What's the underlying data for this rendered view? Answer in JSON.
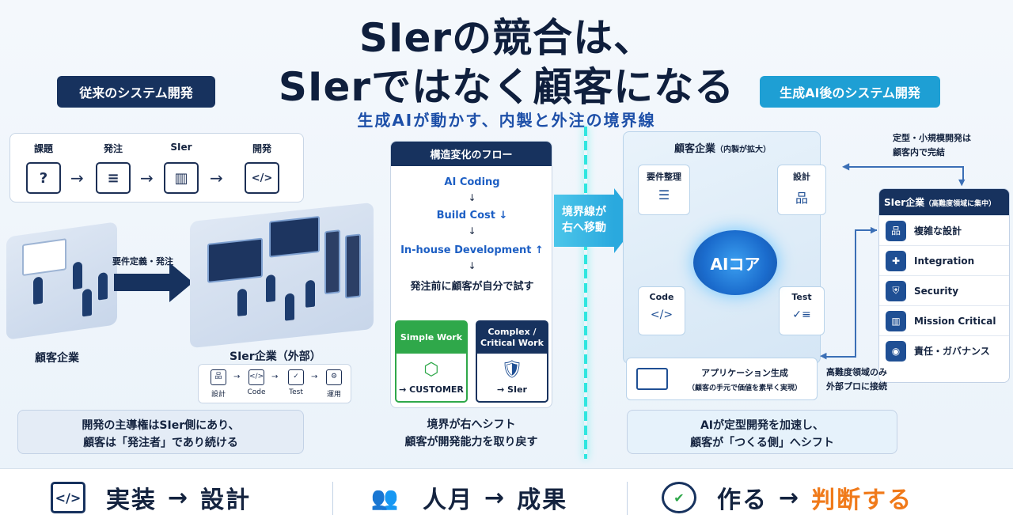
{
  "title": {
    "line1": "SIerの競合は、",
    "line2": "SIerではなく顧客になる",
    "subtitle": "生成AIが動かす、内製と外注の境界線"
  },
  "left": {
    "pill": "従来のシステム開発",
    "flow": [
      {
        "label": "課題",
        "icon": "question-icon",
        "glyph": "?"
      },
      {
        "label": "発注",
        "icon": "document-icon",
        "glyph": "≡"
      },
      {
        "label": "SIer",
        "icon": "building-icon",
        "glyph": "▥"
      },
      {
        "label": "開発",
        "icon": "code-icon",
        "glyph": "</>"
      }
    ],
    "customer_label": "顧客企業",
    "arrow_label": "要件定義・発注",
    "sier_label": "SIer企業（外部）",
    "mini_flow": [
      {
        "label": "設計",
        "icon": "hierarchy-icon",
        "glyph": "品"
      },
      {
        "label": "Code",
        "icon": "code-icon",
        "glyph": "</>"
      },
      {
        "label": "Test",
        "icon": "checklist-icon",
        "glyph": "✓"
      },
      {
        "label": "運用",
        "icon": "gear-icon",
        "glyph": "⚙"
      }
    ],
    "note_line1": "開発の主導権はSIer側にあり、",
    "note_line2": "顧客は「発注者」であり続ける"
  },
  "center": {
    "header": "構造変化のフロー",
    "steps": [
      {
        "text": "AI Coding",
        "style": "blue"
      },
      {
        "text": "Build Cost ↓",
        "style": "blue"
      },
      {
        "text": "In-house Development ↑",
        "style": "blue"
      },
      {
        "text": "発注前に顧客が自分で試す",
        "style": "dark"
      }
    ],
    "box_simple": {
      "title": "Simple Work",
      "target": "→ CUSTOMER",
      "glyph": "⬡"
    },
    "box_complex": {
      "title": "Complex / Critical Work",
      "target": "→ SIer",
      "glyph": "🛡"
    },
    "note_line1": "境界が右へシフト",
    "note_line2": "顧客が開発能力を取り戻す",
    "shift_line1": "境界線が",
    "shift_line2": "右へ移動"
  },
  "right": {
    "pill": "生成AI後のシステム開発",
    "panel_title": "顧客企業",
    "panel_sub": "（内製が拡大）",
    "cards": {
      "requirements": "要件整理",
      "design": "設計",
      "code": "Code",
      "test": "Test"
    },
    "ai_core": "AIコア",
    "app_title": "アプリケーション生成",
    "app_sub": "（顧客の手元で価値を素早く実現）",
    "top_note_line1": "定型・小規模開発は",
    "top_note_line2": "顧客内で完結",
    "bottom_note_line1": "高難度領域のみ",
    "bottom_note_line2": "外部プロに接続",
    "sier_panel": {
      "title": "SIer企業",
      "sub": "（高難度領域に集中）",
      "items": [
        {
          "label": "複雑な設計",
          "icon": "hierarchy-icon",
          "glyph": "品"
        },
        {
          "label": "Integration",
          "icon": "puzzle-icon",
          "glyph": "✚"
        },
        {
          "label": "Security",
          "icon": "shield-icon",
          "glyph": "⛨"
        },
        {
          "label": "Mission Critical",
          "icon": "building-icon",
          "glyph": "▥"
        },
        {
          "label": "責任・ガバナンス",
          "icon": "person-icon",
          "glyph": "◉"
        }
      ]
    },
    "note_line1": "AIが定型開発を加速し、",
    "note_line2": "顧客が「つくる側」へシフト"
  },
  "bottom": [
    {
      "from": "実装",
      "to": "設計",
      "icon": "code-window-icon",
      "glyph": "</>"
    },
    {
      "from": "人月",
      "to": "成果",
      "icon": "people-icon",
      "glyph": "👥"
    },
    {
      "from": "作る",
      "to": "判断する",
      "icon": "head-check-icon",
      "glyph": "✔"
    }
  ],
  "arrow_glyph": "→",
  "colors": {
    "navy": "#17325e",
    "accent_blue": "#1e9fd4",
    "orange": "#f07a1a",
    "green": "#2fa84a"
  }
}
